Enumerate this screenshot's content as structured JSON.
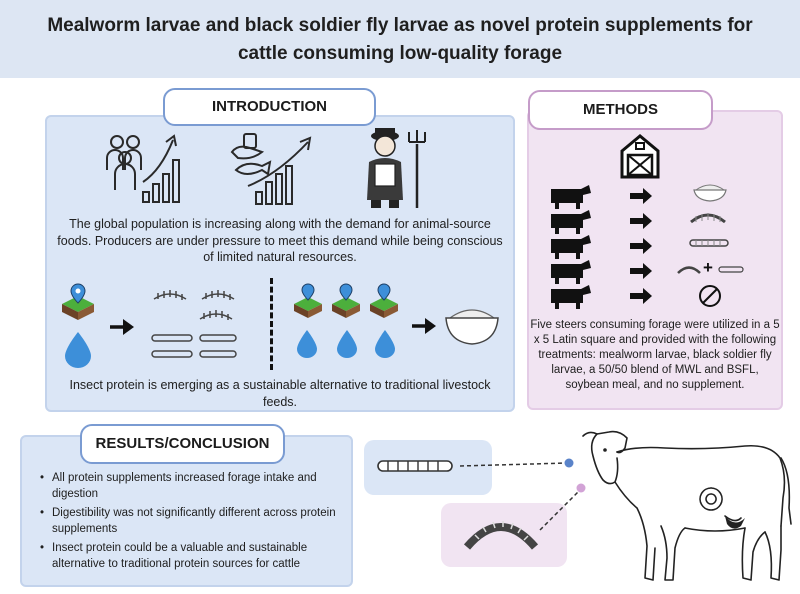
{
  "title": "Mealworm larvae and black soldier fly larvae as novel protein supplements for cattle consuming low-quality forage",
  "introduction": {
    "heading": "INTRODUCTION",
    "text1": "The global population is increasing along with the demand for animal-source foods. Producers are under pressure to meet this demand while being conscious of limited natural resources.",
    "text2": "Insect protein is emerging as a sustainable alternative to traditional livestock feeds."
  },
  "methods": {
    "heading": "METHODS",
    "text": "Five steers consuming forage were utilized in a 5 x 5 Latin square and provided with the following treatments: mealworm larvae, black soldier fly larvae, a 50/50 blend of MWL and BSFL, soybean meal, and no supplement.",
    "plus_sign": "+"
  },
  "results": {
    "heading": "RESULTS/CONCLUSION",
    "bullets": [
      "All protein supplements increased forage intake and digestion",
      "Digestibility was not significantly different across protein supplements",
      "Insect protein could be a valuable and sustainable alternative to traditional protein sources for cattle"
    ]
  },
  "colors": {
    "title_bg": "#dde6f3",
    "blue_panel": "#dbe6f6",
    "blue_border": "#7a9bd2",
    "pink_panel": "#f1e4f2",
    "pink_border": "#c59cc9",
    "water_blue": "#3d8fd9",
    "soil_brown": "#6b4226",
    "grass_green": "#4caf3c"
  }
}
